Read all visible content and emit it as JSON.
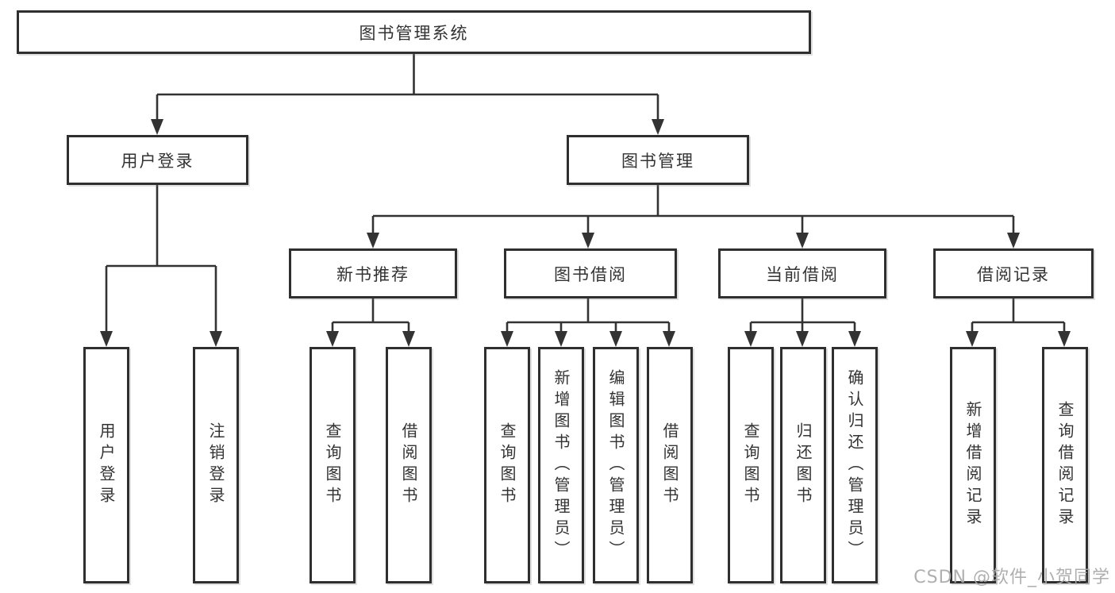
{
  "diagram": {
    "title": "图书管理系统",
    "colors": {
      "line": "#333333",
      "box_border": "#2f2f2f",
      "box_fill": "#ffffff",
      "text": "#333333",
      "watermark": "#a8a8a8",
      "background": "#ffffff"
    },
    "nodes": {
      "root": "图书管理系统",
      "user_login": "用户登录",
      "book_mgmt": "图书管理",
      "new_books": "新书推荐",
      "book_borrow": "图书借阅",
      "current_borrow": "当前借阅",
      "borrow_records": "借阅记录",
      "leaf_user_login": "用户登录",
      "leaf_logout": "注销登录",
      "leaf_nb_query_books": "查询图书",
      "leaf_nb_borrow_books": "借阅图书",
      "leaf_bb_query_books": "查询图书",
      "leaf_bb_add_books": "新增图书（管理员）",
      "leaf_bb_edit_books": "编辑图书（管理员）",
      "leaf_bb_borrow_books": "借阅图书",
      "leaf_cb_query_books": "查询图书",
      "leaf_cb_return_books": "归还图书",
      "leaf_cb_confirm_return": "确认归还（管理员）",
      "leaf_br_add_record": "新增借阅记录",
      "leaf_br_query_record": "查询借阅记录"
    }
  },
  "watermark": {
    "text": "CSDN @软件_小贺同学"
  }
}
